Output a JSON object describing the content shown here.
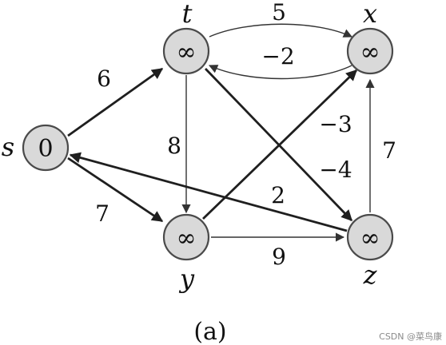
{
  "nodes": [
    {
      "id": "s",
      "label": "s",
      "value": "0"
    },
    {
      "id": "t",
      "label": "t",
      "value": "∞"
    },
    {
      "id": "x",
      "label": "x",
      "value": "∞"
    },
    {
      "id": "y",
      "label": "y",
      "value": "∞"
    },
    {
      "id": "z",
      "label": "z",
      "value": "∞"
    }
  ],
  "edges": [
    {
      "from": "s",
      "to": "t",
      "weight": "6",
      "emphasis": "bold"
    },
    {
      "from": "s",
      "to": "y",
      "weight": "7",
      "emphasis": "bold"
    },
    {
      "from": "t",
      "to": "x",
      "weight": "5",
      "emphasis": "thin"
    },
    {
      "from": "x",
      "to": "t",
      "weight": "−2",
      "emphasis": "thin"
    },
    {
      "from": "t",
      "to": "y",
      "weight": "8",
      "emphasis": "thin"
    },
    {
      "from": "t",
      "to": "z",
      "weight": "−4",
      "emphasis": "bold"
    },
    {
      "from": "y",
      "to": "x",
      "weight": "−3",
      "emphasis": "bold"
    },
    {
      "from": "y",
      "to": "z",
      "weight": "9",
      "emphasis": "thin"
    },
    {
      "from": "z",
      "to": "x",
      "weight": "7",
      "emphasis": "thin"
    },
    {
      "from": "z",
      "to": "s",
      "weight": "2",
      "emphasis": "bold"
    }
  ],
  "caption": "(a)",
  "watermark": "CSDN @菜鸟康"
}
